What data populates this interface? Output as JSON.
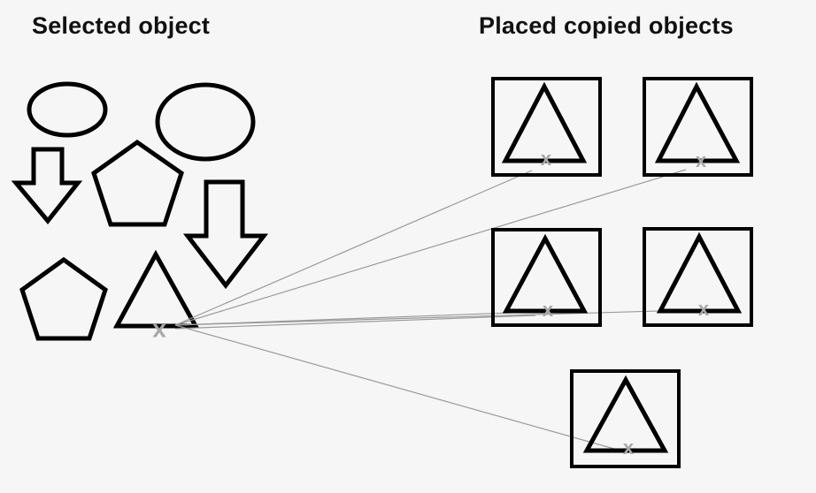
{
  "headings": {
    "selected": "Selected object",
    "placed": "Placed copied objects"
  },
  "marker": {
    "glyph": "x"
  },
  "colors": {
    "background": "#f6f6f6",
    "stroke": "#000000",
    "connector": "#9a9a9a",
    "marker": "#a8a8a8"
  }
}
